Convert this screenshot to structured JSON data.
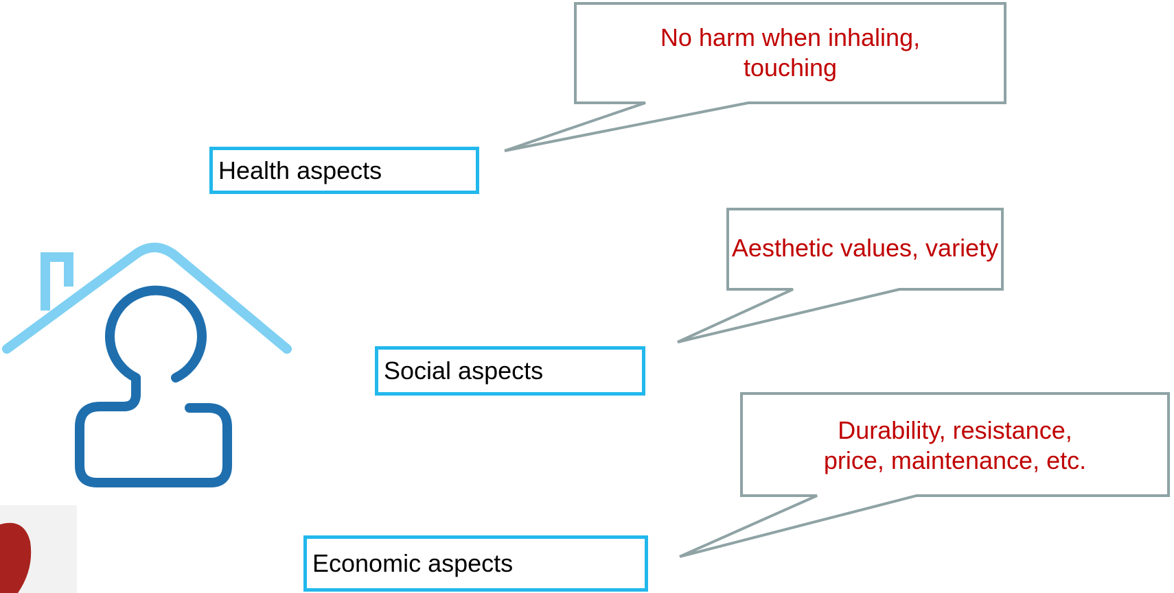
{
  "aspects": {
    "health": {
      "label": "Health aspects"
    },
    "social": {
      "label": "Social aspects"
    },
    "economic": {
      "label": "Economic aspects"
    }
  },
  "callouts": {
    "health": {
      "lines": [
        "No harm when inhaling,",
        "touching"
      ]
    },
    "social": {
      "lines": [
        "Aesthetic values, variety"
      ]
    },
    "economic": {
      "lines": [
        "Durability, resistance,",
        "price, maintenance, etc."
      ]
    }
  },
  "icons": {
    "house": "house-roof-icon",
    "person": "person-icon",
    "corner": "red-leaf-icon"
  },
  "colors": {
    "box_border": "#22b8ec",
    "callout_border": "#8fa3a5",
    "callout_text": "#c00000",
    "roof": "#7fd0f2",
    "person": "#1f6fae",
    "corner_shape": "#a8231f"
  }
}
